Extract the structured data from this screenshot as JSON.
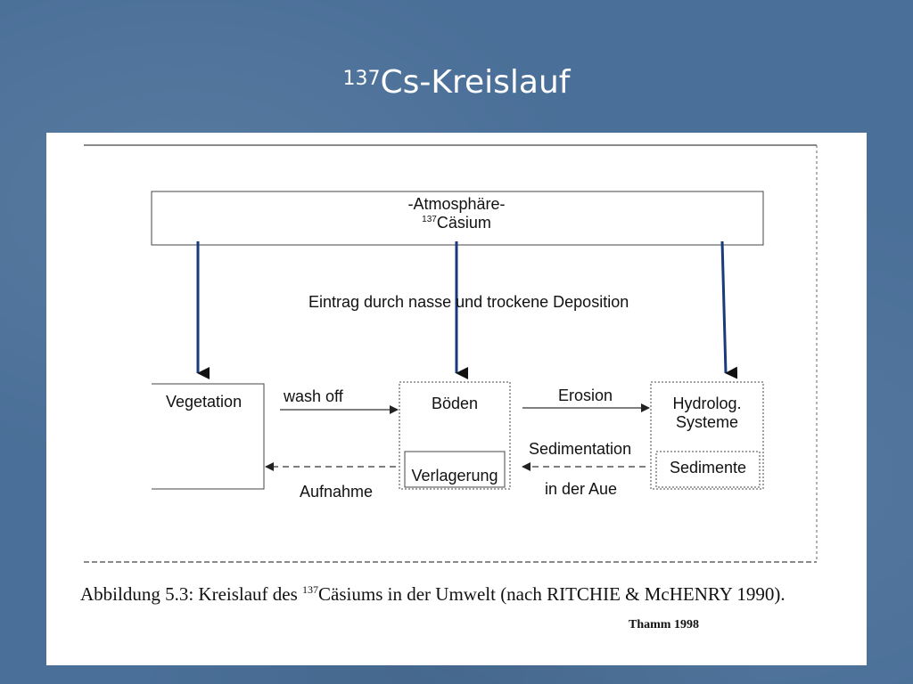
{
  "slide": {
    "title_sup": "137",
    "title_main": "Cs-Kreislauf"
  },
  "diagram": {
    "atmosphere_line1": "-Atmosphäre-",
    "atmosphere_sup": "137",
    "atmosphere_line2": "Cäsium",
    "deposition": "Eintrag durch nasse und trockene Deposition",
    "vegetation": "Vegetation",
    "boeden": "Böden",
    "hydrolog_line1": "Hydrolog.",
    "hydrolog_line2": "Systeme",
    "verlagerung": "Verlagerung",
    "sedimente": "Sedimente",
    "wash_off": "wash off",
    "erosion": "Erosion",
    "aufnahme": "Aufnahme",
    "sedimentation_line1": "Sedimentation",
    "sedimentation_line2": "in der Aue"
  },
  "caption": {
    "prefix": "Abbildung 5.3: Kreislauf des ",
    "sup": "137",
    "suffix": "Cäsiums in der Umwelt (nach RITCHIE & McHENRY 1990)."
  },
  "credit": "Thamm 1998",
  "colors": {
    "background": "#4a6f98",
    "arrow_blue": "#1a3a7a",
    "line": "#333333"
  }
}
